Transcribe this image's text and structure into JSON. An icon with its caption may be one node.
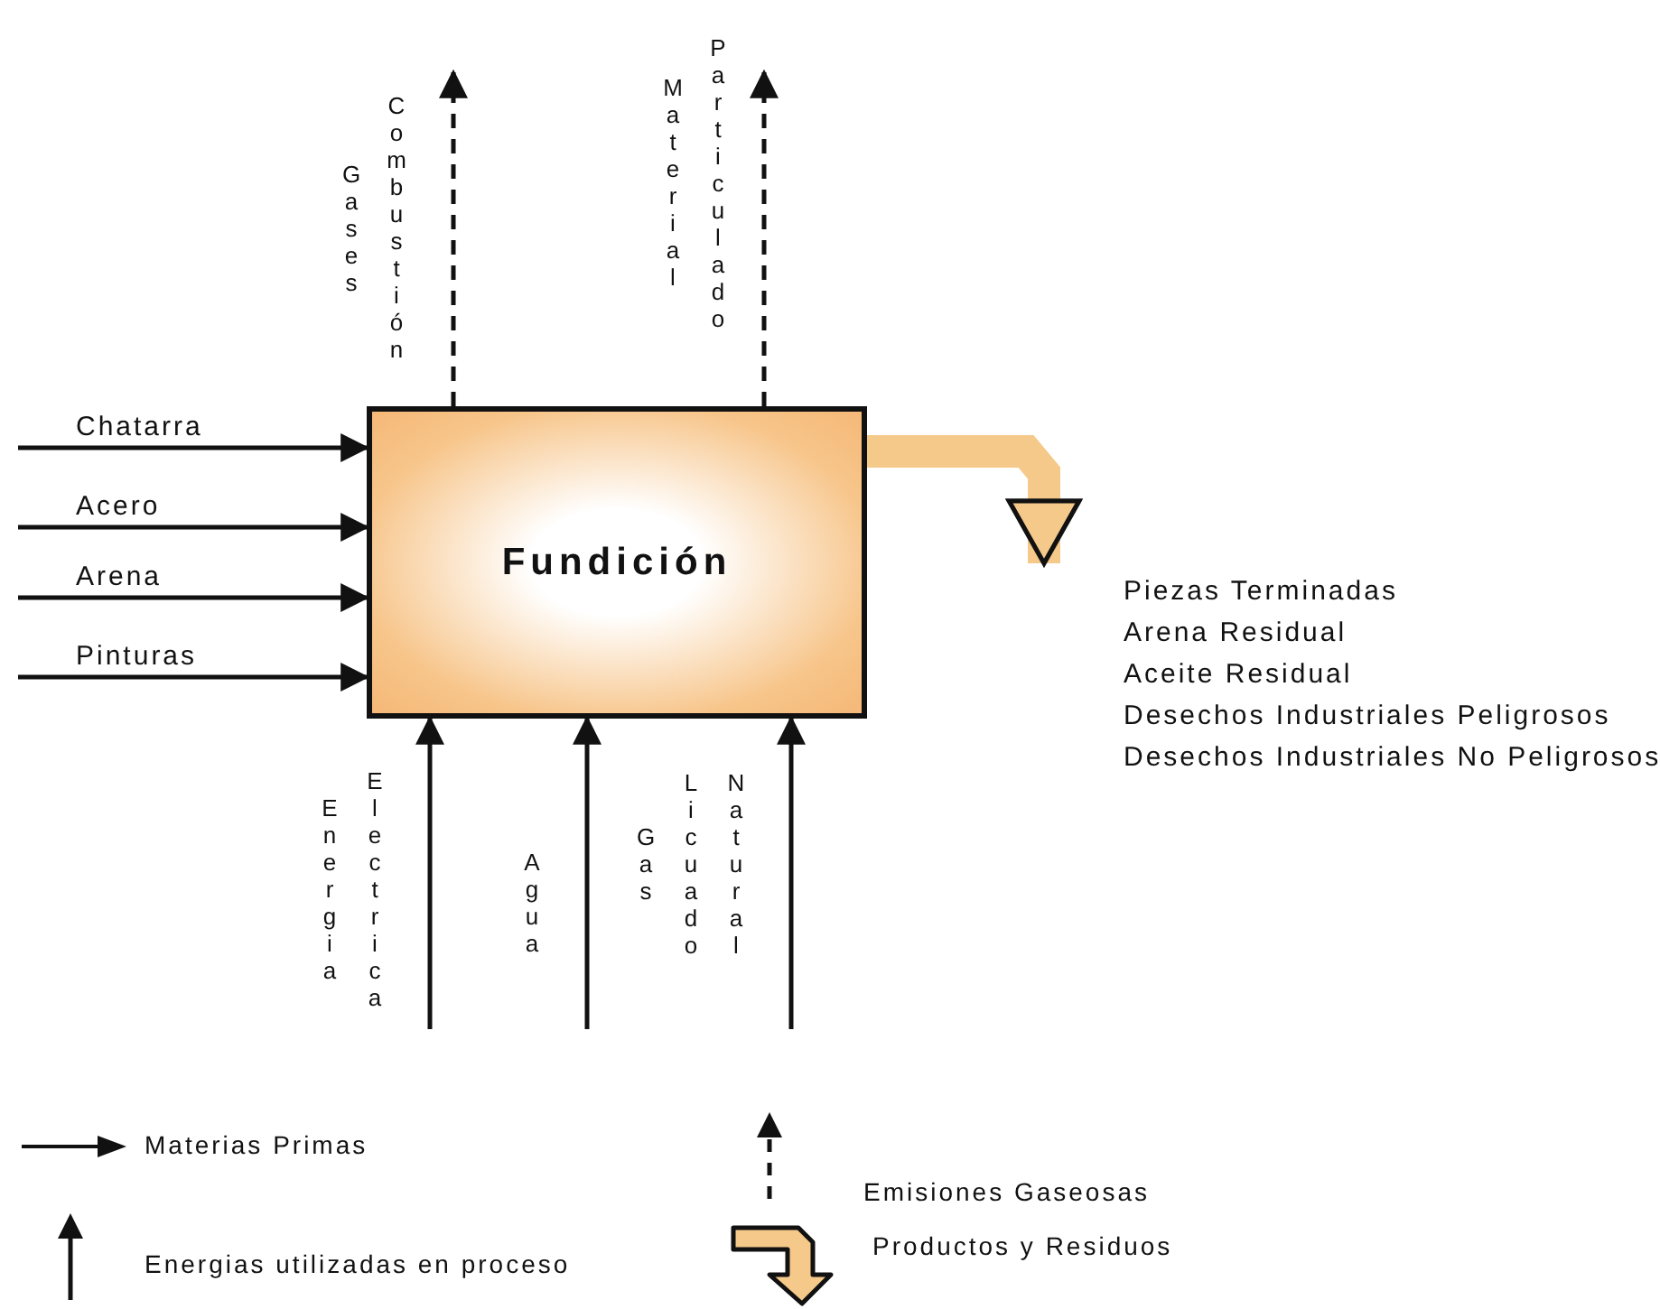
{
  "diagram": {
    "nodes": [
      {
        "text": [
          "Fundición"
        ]
      },
      {
        "text": [
          "Piezas Terminadas",
          "Arena Residual",
          "Aceite Residual",
          "Desechos Industriales Peligrosos",
          "Desechos Industriales No Peligrosos"
        ]
      }
    ],
    "edges": [
      {
        "from": null,
        "to": 0,
        "arrow": "to",
        "label": "Chatarra"
      },
      {
        "from": null,
        "to": 0,
        "arrow": "to",
        "label": "Acero"
      },
      {
        "from": null,
        "to": 0,
        "arrow": "to",
        "label": "Arena"
      },
      {
        "from": null,
        "to": 0,
        "arrow": "to",
        "label": "Pinturas"
      },
      {
        "from": 0,
        "to": null,
        "arrow": "to",
        "label": "Gases Combustión",
        "style": "dashed"
      },
      {
        "from": 0,
        "to": null,
        "arrow": "to",
        "label": "Material Particulado",
        "style": "dashed"
      },
      {
        "from": null,
        "to": 0,
        "arrow": "to",
        "label": "Energia Electrica"
      },
      {
        "from": null,
        "to": 0,
        "arrow": "to",
        "label": "Agua"
      },
      {
        "from": null,
        "to": 0,
        "arrow": "to",
        "label": "Gas Licuado Natural"
      },
      {
        "from": 0,
        "to": 1,
        "arrow": "to",
        "style": "thick",
        "color": "#f5c98a"
      }
    ],
    "legend": [
      {
        "text": "Materias Primas"
      },
      {
        "text": "Emisiones Gaseosas"
      },
      {
        "text": "Energias utilizadas en proceso"
      },
      {
        "text": "Productos y Residuos"
      }
    ]
  }
}
